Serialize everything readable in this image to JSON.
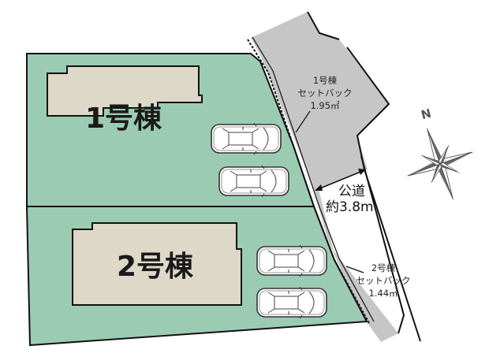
{
  "colors": {
    "lot": "#9ccbb4",
    "building": "#ddd8c8",
    "road": "#c6c6c6",
    "outline": "#111111",
    "compass_dark": "#666666"
  },
  "lots": [
    {
      "id": "lot-1",
      "building_label": "1号棟",
      "parking_spaces": 2
    },
    {
      "id": "lot-2",
      "building_label": "2号棟",
      "parking_spaces": 2
    }
  ],
  "setbacks": [
    {
      "line1": "1号棟",
      "line2": "セットバック",
      "line3": "1.95㎡"
    },
    {
      "line1": "2号棟",
      "line2": "セットバック",
      "line3": "1.44㎡"
    }
  ],
  "road": {
    "line1": "公道",
    "line2": "約3.8m"
  },
  "compass": {
    "label": "N"
  }
}
